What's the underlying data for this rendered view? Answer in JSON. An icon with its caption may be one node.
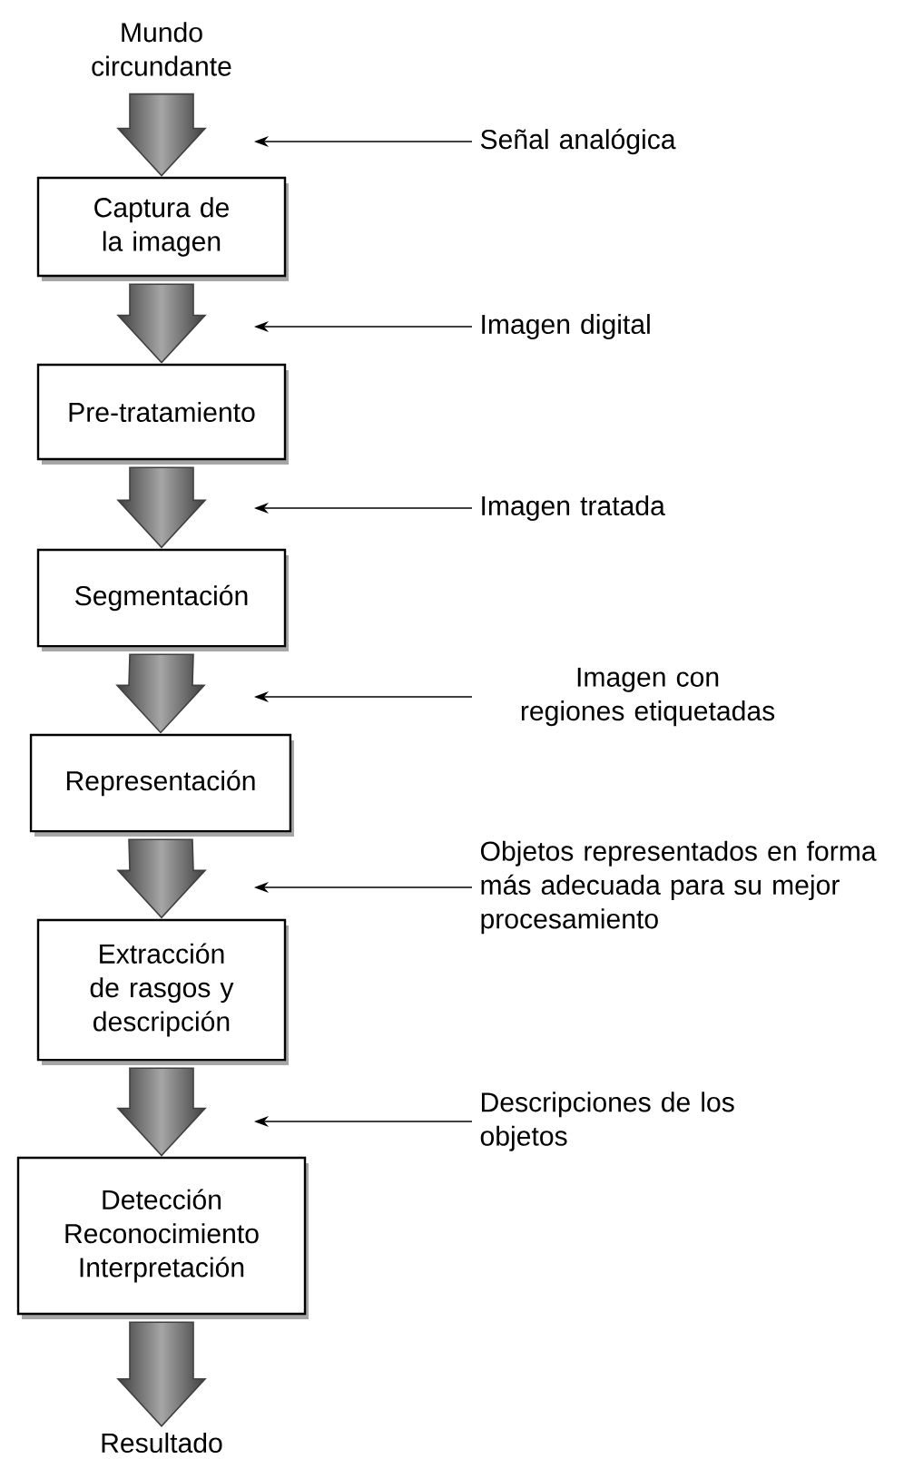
{
  "diagram": {
    "nodes": [
      {
        "text": [
          "Mundo circundante"
        ]
      },
      {
        "text": [
          "Captura de la imagen"
        ]
      },
      {
        "text": [
          "Pre-tratamiento"
        ]
      },
      {
        "text": [
          "Segmentación"
        ]
      },
      {
        "text": [
          "Representación"
        ]
      },
      {
        "text": [
          "Extracción de rasgos y descripción"
        ]
      },
      {
        "text": [
          "Detección Reconocimiento Interpretación"
        ]
      },
      {
        "text": [
          "Resultado"
        ]
      },
      {
        "text": [
          "Señal analógica"
        ]
      },
      {
        "text": [
          "Imagen digital"
        ]
      },
      {
        "text": [
          "Imagen tratada"
        ]
      },
      {
        "text": [
          "Imagen con regiones etiquetadas"
        ]
      },
      {
        "text": [
          "Objetos representados en forma más adecuada para su mejor procesamiento"
        ]
      },
      {
        "text": [
          "Descripciones de los objetos"
        ]
      }
    ],
    "edges": [
      {
        "from": 0,
        "to": 1,
        "arrow": "to",
        "style": "thick"
      },
      {
        "from": 1,
        "to": 2,
        "arrow": "to",
        "style": "thick"
      },
      {
        "from": 2,
        "to": 3,
        "arrow": "to",
        "style": "thick"
      },
      {
        "from": 3,
        "to": 4,
        "arrow": "to",
        "style": "thick"
      },
      {
        "from": 4,
        "to": 5,
        "arrow": "to",
        "style": "thick"
      },
      {
        "from": 5,
        "to": 6,
        "arrow": "to",
        "style": "thick"
      },
      {
        "from": 6,
        "to": 7,
        "arrow": "to",
        "style": "thick"
      },
      {
        "from": 8,
        "to": null,
        "arrow": "to"
      },
      {
        "from": 9,
        "to": null,
        "arrow": "to"
      },
      {
        "from": 10,
        "to": null,
        "arrow": "to"
      },
      {
        "from": 11,
        "to": null,
        "arrow": "to"
      },
      {
        "from": 12,
        "to": null,
        "arrow": "to"
      },
      {
        "from": 13,
        "to": null,
        "arrow": "to"
      }
    ]
  }
}
